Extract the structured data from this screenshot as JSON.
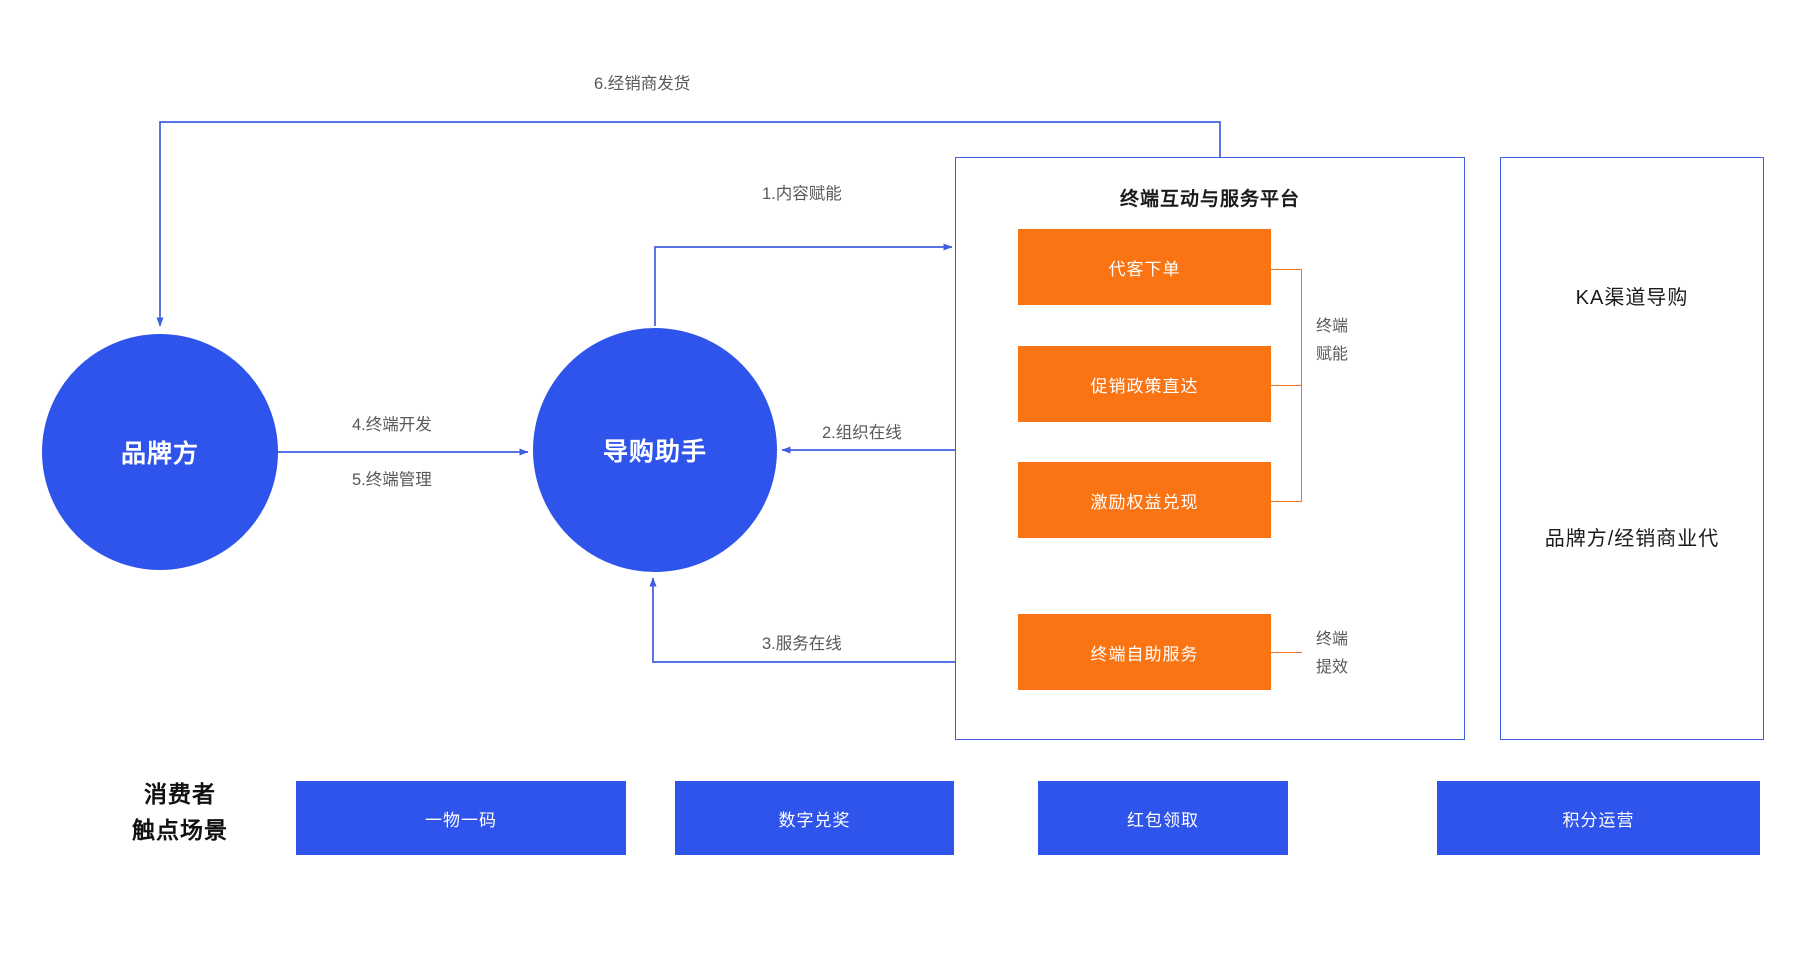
{
  "diagram": {
    "nodes": {
      "brand": "品牌方",
      "assistant": "导购助手"
    },
    "platform": {
      "title": "终端互动与服务平台",
      "features": [
        "代客下单",
        "促销政策直达",
        "激励权益兑现",
        "终端自助服务"
      ],
      "group_labels": [
        {
          "line1": "终端",
          "line2": "赋能"
        },
        {
          "line1": "终端",
          "line2": "提效"
        }
      ]
    },
    "right_panel": {
      "line1": "KA渠道导购",
      "line2": "品牌方/经销商业代"
    },
    "edges": [
      {
        "id": "e6",
        "label": "6.经销商发货"
      },
      {
        "id": "e1",
        "label": "1.内容赋能"
      },
      {
        "id": "e2",
        "label": "2.组织在线"
      },
      {
        "id": "e3",
        "label": "3.服务在线"
      },
      {
        "id": "e4",
        "label": "4.终端开发"
      },
      {
        "id": "e5",
        "label": "5.终端管理"
      }
    ],
    "touchpoints": {
      "caption_line1": "消费者",
      "caption_line2": "触点场景",
      "chips": [
        "一物一码",
        "数字兑奖",
        "红包领取",
        "积分运营"
      ]
    },
    "colors": {
      "blue": "#2f54eb",
      "wire_blue": "#3f5fe0",
      "orange": "#fa7414",
      "bracket_orange": "#f07520",
      "text_gray": "#595959"
    }
  }
}
